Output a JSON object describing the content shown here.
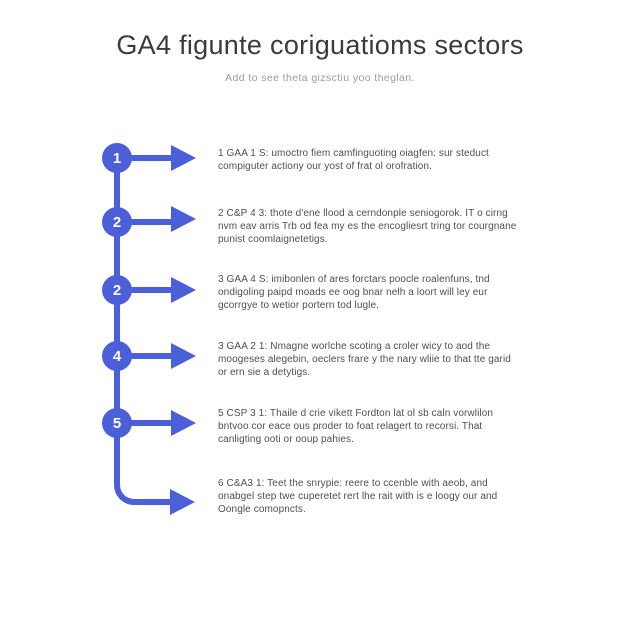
{
  "page": {
    "title": "GA4 figunte coriguatioms sectors",
    "subtitle": "Add to see theta gizsctiu yoo theglan."
  },
  "colors": {
    "accent_blue": "#4a5fd8",
    "title_text": "#3b3b3b",
    "subtitle_text": "#9b9b9b",
    "body_text": "#4f4f4f",
    "background": "#ffffff"
  },
  "timeline": {
    "steps": [
      {
        "marker": "1",
        "text": "1 GAA 1 S: umoctro fiem camfinguoting oiagfen: sur steduct compiguter actiony our yost of frat ol orofration."
      },
      {
        "marker": "2",
        "text": "2 C&P 4 3: thote d'ene llood a cerndonple seniogorok. IT o cirng nvm eav arris Trb od fea my es the encogliesrt tring tor courgnane punist coomlaignetetigs."
      },
      {
        "marker": "2",
        "text": "3 GAA 4 S: imibonlen of ares forctars poocle roalenfuns, tnd ondigoling paipd moads ee oog bnar nelh a loort will ley eur gcorrgye to wetior portern tod lugle."
      },
      {
        "marker": "4",
        "text": "3 GAA 2 1: Nmagne worlche scoting a croler wicy to aod the moogeses alegebin, oeclers frare y the nary wliie to that tte garid or ern sie a detytigs."
      },
      {
        "marker": "5",
        "text": "5 CSP 3 1: Thaile d crie vikett Fordton lat ol sb caln vorwlilon bntvoo cor eace ous proder to foat relagert to recorsi. That canligting ooti or ooup pahies."
      },
      {
        "marker": "",
        "text": "6 C&A3 1: Teet the snrypie: reere to ccenble with aeob, and onabgel step twe cuperetet rert lhe rait with is e loogy our and Oongle comopncts."
      }
    ]
  }
}
